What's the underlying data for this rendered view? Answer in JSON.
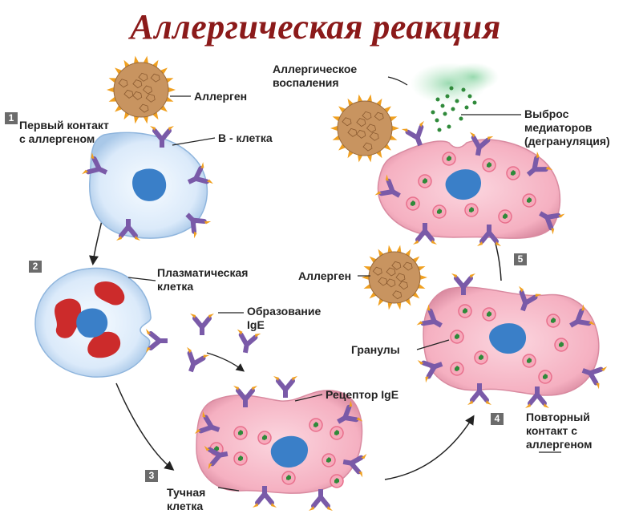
{
  "title": "Аллергическая реакция",
  "steps": [
    "1",
    "2",
    "3",
    "4",
    "5"
  ],
  "labels": {
    "allergen_top": "Аллерген",
    "first_contact": "Первый контакт\nс аллергеном",
    "b_cell": "В - клетка",
    "plasma_cell": "Плазматическая\nклетка",
    "ige_formation": "Образование\nIgE",
    "ige_receptor": "Рецептор IgE",
    "mast_cell": "Тучная\nклетка",
    "repeat_contact": "Повторный\nконтакт с\nаллергеном",
    "granules": "Гранулы",
    "allergen_mid": "Аллерген",
    "allergic_inflammation": "Аллергическое\nвоспаления",
    "mediator_release": "Выброс\nмедиаторов\n(дегрануляция)"
  },
  "colors": {
    "title": "#8b1a1a",
    "allergen": "#c89460",
    "allergen_spike": "#f0a020",
    "b_cell_body": "#dfeefa",
    "nucleus": "#3a7fc8",
    "mast_cell_body": "#f6b3c3",
    "granule": "#e86f8c",
    "granule_core": "#2f8a3a",
    "antibody": "#7a5aa8",
    "antibody_tip": "#f0a020",
    "plasma_er": "#cc2b2b"
  }
}
